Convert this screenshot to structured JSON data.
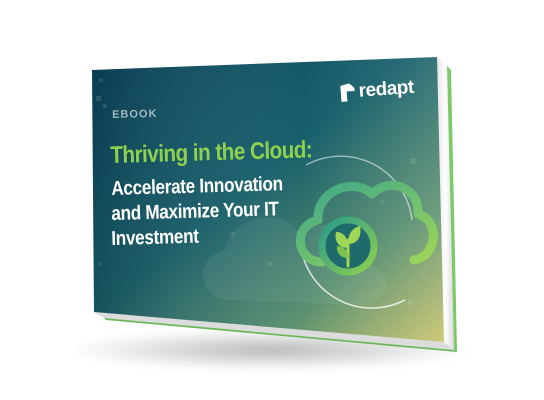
{
  "cover": {
    "label": "EBOOK",
    "title_line1": "Thriving in the Cloud:",
    "title_line2": "Accelerate Innovation",
    "title_line3": "and Maximize Your IT",
    "title_line4": "Investment"
  },
  "brand": {
    "name": "redapt"
  },
  "colors": {
    "cover_dark": "#0c4a5e",
    "cover_mid": "#2a7a72",
    "cover_light": "#b9c46a",
    "title_accent": "#8fd14f",
    "spine_green": "#7dc96a"
  },
  "icons": {
    "emblem": "cloud-plant-icon",
    "logo": "redapt-logo-icon"
  }
}
